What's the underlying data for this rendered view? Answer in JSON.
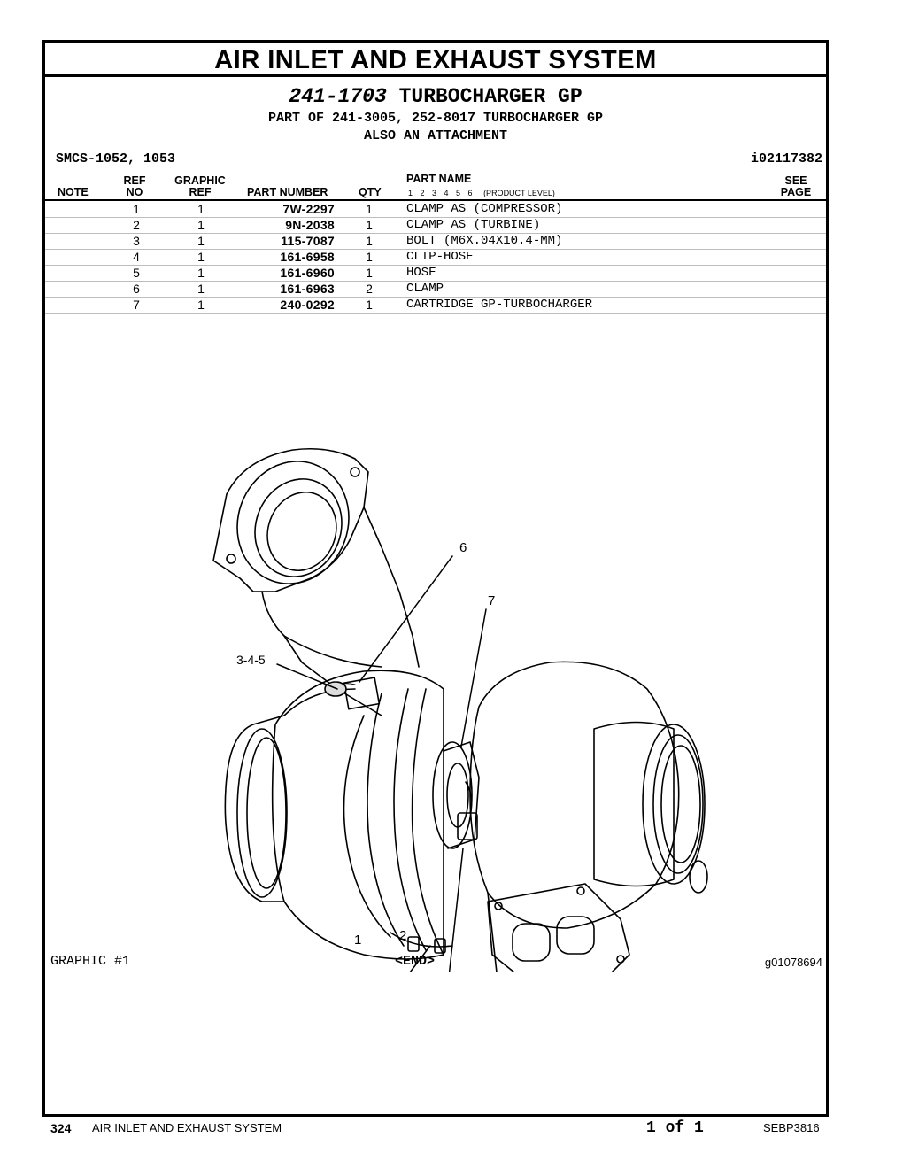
{
  "section_title": "AIR INLET AND EXHAUST SYSTEM",
  "group": {
    "number": "241-1703",
    "name": "TURBOCHARGER GP",
    "part_of": "PART OF 241-3005, 252-8017 TURBOCHARGER GP",
    "attachment": "ALSO AN ATTACHMENT"
  },
  "smcs": "SMCS-1052, 1053",
  "illustration_ref": "i02117382",
  "columns": {
    "note": "NOTE",
    "ref_top": "REF",
    "ref_bottom": "NO",
    "graphic_top": "GRAPHIC",
    "graphic_bottom": "REF",
    "part_number": "PART NUMBER",
    "qty": "QTY",
    "part_name": "PART NAME",
    "levels": "1 2 3 4 5 6",
    "levels_tag": "(PRODUCT LEVEL)",
    "see_top": "SEE",
    "see_bottom": "PAGE"
  },
  "parts": [
    {
      "ref": "1",
      "graphic": "1",
      "part_number": "7W-2297",
      "qty": "1",
      "name": "CLAMP AS (COMPRESSOR)"
    },
    {
      "ref": "2",
      "graphic": "1",
      "part_number": "9N-2038",
      "qty": "1",
      "name": "CLAMP AS (TURBINE)"
    },
    {
      "ref": "3",
      "graphic": "1",
      "part_number": "115-7087",
      "qty": "1",
      "name": "BOLT (M6X.04X10.4-MM)"
    },
    {
      "ref": "4",
      "graphic": "1",
      "part_number": "161-6958",
      "qty": "1",
      "name": "CLIP-HOSE"
    },
    {
      "ref": "5",
      "graphic": "1",
      "part_number": "161-6960",
      "qty": "1",
      "name": "HOSE"
    },
    {
      "ref": "6",
      "graphic": "1",
      "part_number": "161-6963",
      "qty": "2",
      "name": "CLAMP"
    },
    {
      "ref": "7",
      "graphic": "1",
      "part_number": "240-0292",
      "qty": "1",
      "name": "CARTRIDGE GP-TURBOCHARGER"
    }
  ],
  "callouts": {
    "c6": "6",
    "c7": "7",
    "c345": "3-4-5",
    "c1": "1",
    "c2": "2"
  },
  "graphic_label": "GRAPHIC #1",
  "end_label": "<END>",
  "graphic_number": "g01078694",
  "footer": {
    "page_number": "324",
    "section": "AIR INLET AND EXHAUST SYSTEM",
    "page_count": "1 of 1",
    "doc_number": "SEBP3816"
  }
}
